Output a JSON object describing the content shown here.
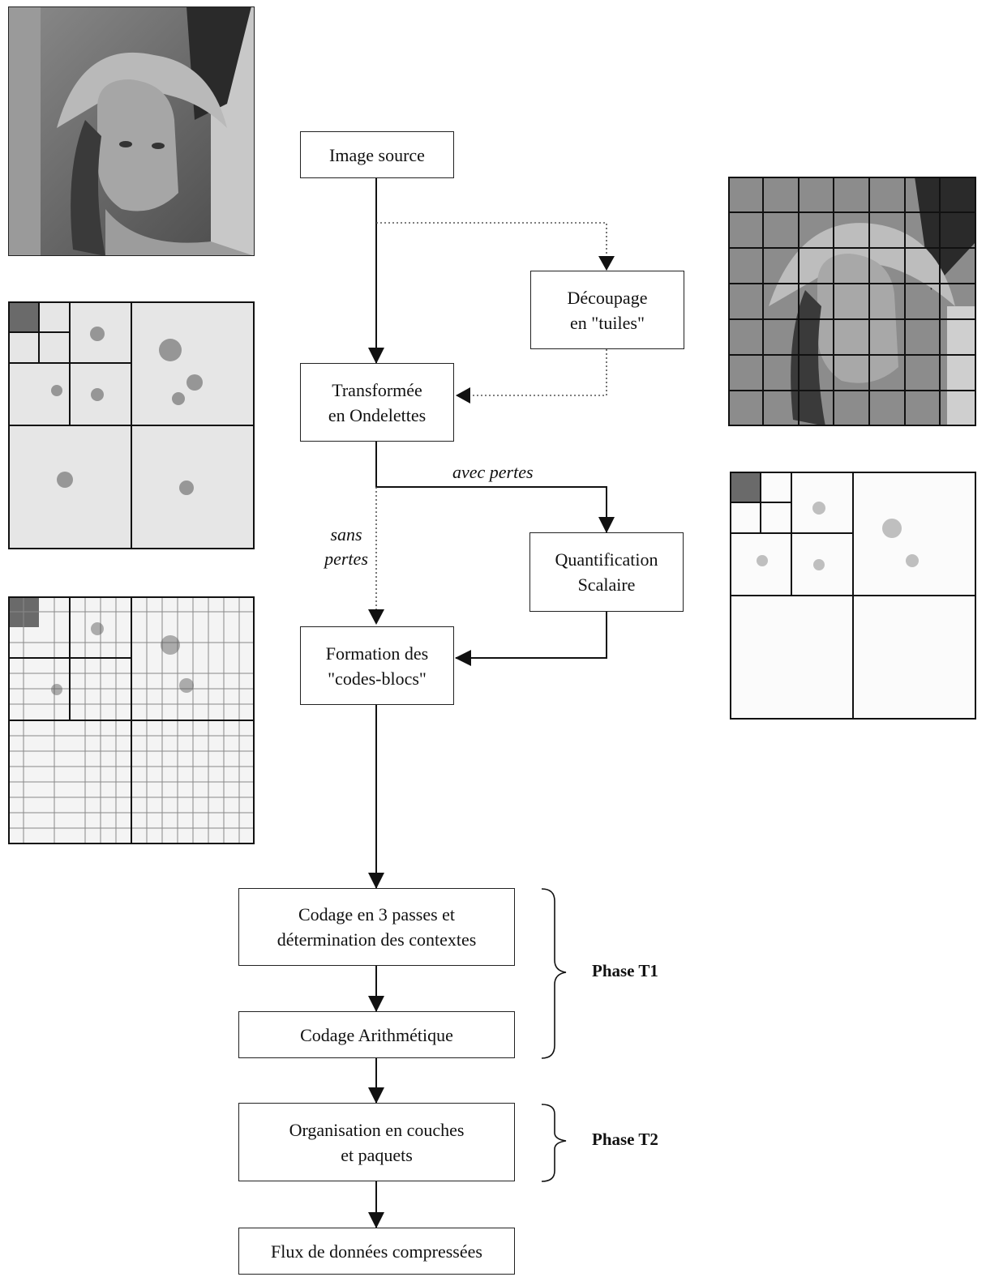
{
  "nodes": {
    "image_source": "Image source",
    "decoupage": [
      "Découpage",
      "en \"tuiles\""
    ],
    "transformee": [
      "Transformée",
      "en Ondelettes"
    ],
    "quantification": [
      "Quantification",
      "Scalaire"
    ],
    "formation": [
      "Formation des",
      "\"codes-blocs\""
    ],
    "codage_passes": [
      "Codage en 3 passes et",
      "détermination des contextes"
    ],
    "codage_arith": "Codage Arithmétique",
    "organisation": [
      "Organisation en couches",
      "et paquets"
    ],
    "flux": "Flux de données compressées"
  },
  "edge_labels": {
    "avec_pertes": "avec pertes",
    "sans_pertes": [
      "sans",
      "pertes"
    ]
  },
  "phases": {
    "t1": "Phase T1",
    "t2": "Phase T2"
  }
}
